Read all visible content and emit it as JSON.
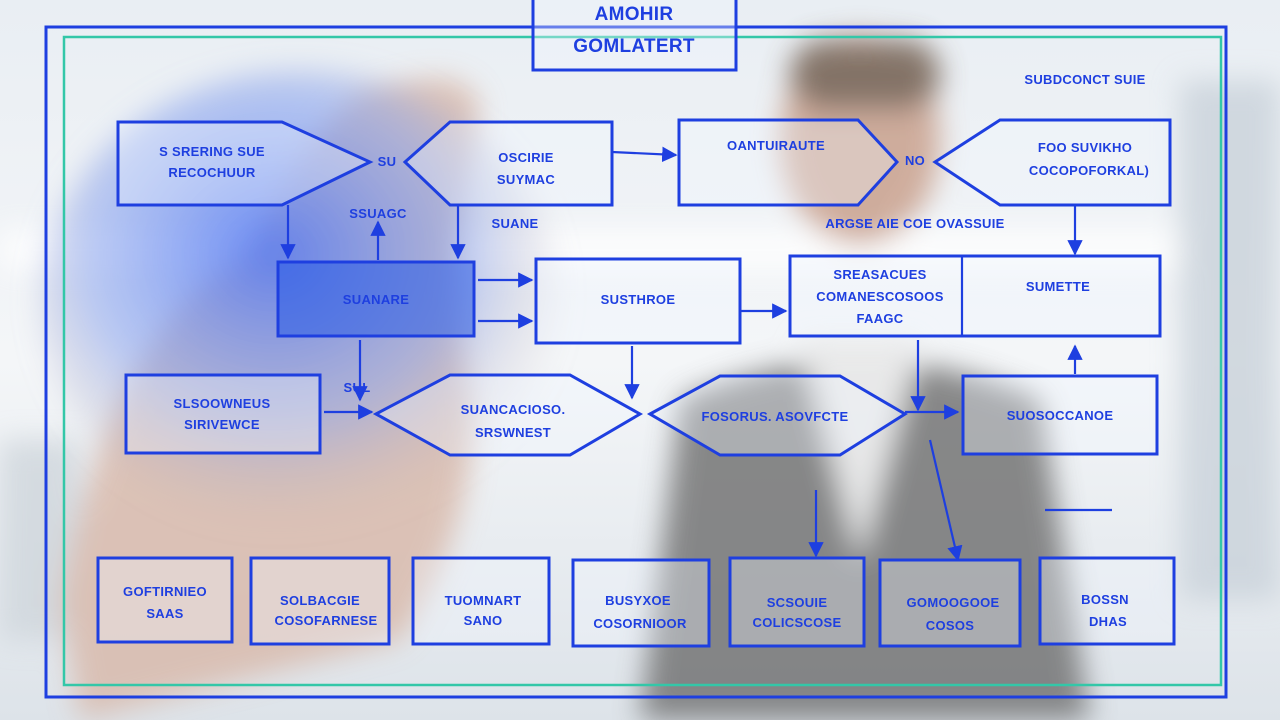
{
  "diagram": {
    "title": [
      "AMOHIR",
      "GOMLATERT"
    ],
    "corner_note": "SUBDCONCT    SUIE",
    "nodes": [
      {
        "id": "n1",
        "lines": [
          "S SRERING SUE",
          "RECOCHUUR"
        ]
      },
      {
        "id": "n2",
        "lines": [
          "OSCIRIE",
          "SUYMAC"
        ]
      },
      {
        "id": "n3",
        "lines": [
          "OANTUIRAUTE"
        ]
      },
      {
        "id": "n4",
        "lines": [
          "FOO SUVIKHO",
          "COCOPOFORKAL)"
        ]
      },
      {
        "id": "n5",
        "lines": [
          "SUANARE"
        ]
      },
      {
        "id": "n6",
        "lines": [
          "SUSTHROE"
        ]
      },
      {
        "id": "n7",
        "lines": [
          "SREASACUES",
          "COMANESCOSOOS",
          "FAAGC"
        ]
      },
      {
        "id": "n8",
        "lines": [
          "SUMETTE"
        ]
      },
      {
        "id": "n9",
        "lines": [
          "SLSOOWNEUS",
          "SIRIVEWCE"
        ]
      },
      {
        "id": "n10",
        "lines": [
          "SUANCACIOSO.",
          "SRSWNEST"
        ]
      },
      {
        "id": "n11",
        "lines": [
          "FOSORUS. ASOVFCTE"
        ]
      },
      {
        "id": "n12",
        "lines": [
          "SUOSOCCANOE"
        ]
      },
      {
        "id": "b1",
        "lines": [
          "GOFTIRNIEO",
          "SAAS"
        ]
      },
      {
        "id": "b2",
        "lines": [
          "SOLBACGIE",
          "COSOFARNESE"
        ]
      },
      {
        "id": "b3",
        "lines": [
          "TUOMNART",
          "SANO"
        ]
      },
      {
        "id": "b4",
        "lines": [
          "BUSYXOE",
          "COSORNIOOR"
        ]
      },
      {
        "id": "b5",
        "lines": [
          "SCSOUIE",
          "COLICSCOSE"
        ]
      },
      {
        "id": "b6",
        "lines": [
          "GOMOOGOOE",
          "COSOS"
        ]
      },
      {
        "id": "b7",
        "lines": [
          "BOSSN",
          "DHAS"
        ]
      }
    ],
    "edge_labels": [
      {
        "id": "e1",
        "text": "SU"
      },
      {
        "id": "e2",
        "text": "NO"
      },
      {
        "id": "e3",
        "text": "SSUAGC"
      },
      {
        "id": "e4",
        "text": "SUANE"
      },
      {
        "id": "e5",
        "text": "ARGSE AIE   COE OVASSUIE"
      },
      {
        "id": "e6",
        "text": "SUL"
      }
    ]
  }
}
